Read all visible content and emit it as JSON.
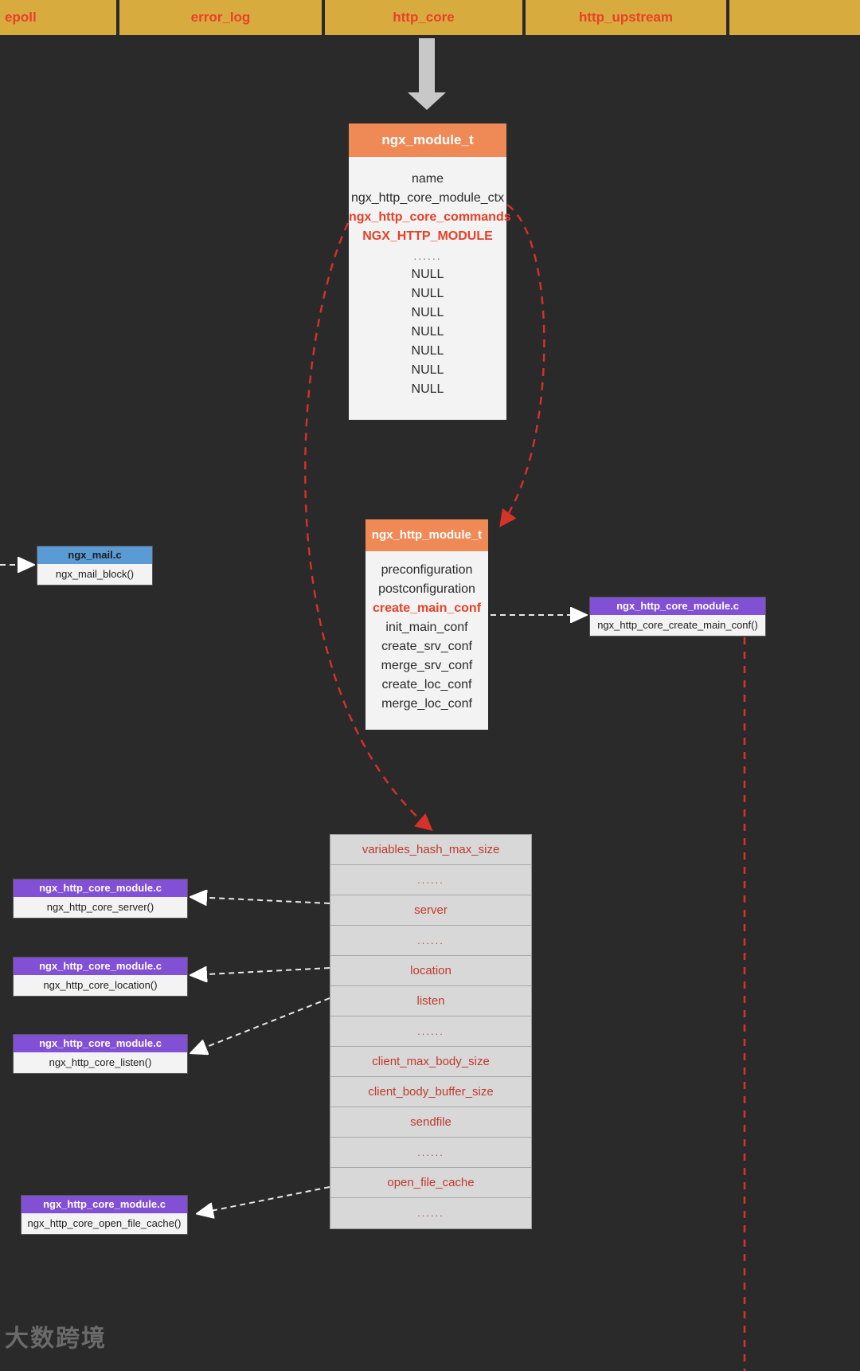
{
  "tabbar": {
    "tabs": [
      {
        "label": "epoll"
      },
      {
        "label": "error_log"
      },
      {
        "label": "http_core"
      },
      {
        "label": "http_upstream"
      },
      {
        "label": ""
      }
    ]
  },
  "structs": {
    "ngx_module_t": {
      "title": "ngx_module_t",
      "fields": [
        {
          "text": "name",
          "style": "plain"
        },
        {
          "text": "ngx_http_core_module_ctx",
          "style": "plain"
        },
        {
          "text": "ngx_http_core_commands",
          "style": "highlight"
        },
        {
          "text": "NGX_HTTP_MODULE",
          "style": "highlight"
        },
        {
          "text": "......",
          "style": "dots"
        },
        {
          "text": "NULL",
          "style": "plain"
        },
        {
          "text": "NULL",
          "style": "plain"
        },
        {
          "text": "NULL",
          "style": "plain"
        },
        {
          "text": "NULL",
          "style": "plain"
        },
        {
          "text": "NULL",
          "style": "plain"
        },
        {
          "text": "NULL",
          "style": "plain"
        },
        {
          "text": "NULL",
          "style": "plain"
        }
      ]
    },
    "ngx_http_module_t": {
      "title": "ngx_http_module_t",
      "fields": [
        {
          "text": "preconfiguration",
          "style": "plain"
        },
        {
          "text": "postconfiguration",
          "style": "plain"
        },
        {
          "text": "create_main_conf",
          "style": "highlight"
        },
        {
          "text": "init_main_conf",
          "style": "plain"
        },
        {
          "text": "create_srv_conf",
          "style": "plain"
        },
        {
          "text": "merge_srv_conf",
          "style": "plain"
        },
        {
          "text": "create_loc_conf",
          "style": "plain"
        },
        {
          "text": "merge_loc_conf",
          "style": "plain"
        }
      ]
    }
  },
  "file_cards": {
    "mail": {
      "file": "ngx_mail.c",
      "func": "ngx_mail_block()",
      "color": "#5b9bd5"
    },
    "create_main": {
      "file": "ngx_http_core_module.c",
      "func": "ngx_http_core_create_main_conf()",
      "color": "#8250d4"
    },
    "server": {
      "file": "ngx_http_core_module.c",
      "func": "ngx_http_core_server()",
      "color": "#8250d4"
    },
    "location": {
      "file": "ngx_http_core_module.c",
      "func": "ngx_http_core_location()",
      "color": "#8250d4"
    },
    "listen": {
      "file": "ngx_http_core_module.c",
      "func": "ngx_http_core_listen()",
      "color": "#8250d4"
    },
    "open_file_cache": {
      "file": "ngx_http_core_module.c",
      "func": "ngx_http_core_open_file_cache()",
      "color": "#8250d4"
    }
  },
  "directives": {
    "rows": [
      {
        "text": "variables_hash_max_size",
        "style": "plain"
      },
      {
        "text": "......",
        "style": "dots"
      },
      {
        "text": "server",
        "style": "plain"
      },
      {
        "text": "......",
        "style": "dots"
      },
      {
        "text": "location",
        "style": "plain"
      },
      {
        "text": "listen",
        "style": "plain"
      },
      {
        "text": "......",
        "style": "dots"
      },
      {
        "text": "client_max_body_size",
        "style": "plain"
      },
      {
        "text": "client_body_buffer_size",
        "style": "plain"
      },
      {
        "text": "sendfile",
        "style": "plain"
      },
      {
        "text": "......",
        "style": "dots"
      },
      {
        "text": "open_file_cache",
        "style": "plain"
      },
      {
        "text": "......",
        "style": "dots"
      }
    ]
  },
  "watermark": {
    "text": "大数跨境"
  },
  "colors": {
    "background": "#2a2a2a",
    "tab_bg": "#d8ab3f",
    "tab_text": "#e8412a",
    "struct_header": "#ef8a57",
    "struct_body": "#f3f3f3",
    "purple": "#8250d4",
    "blue": "#5b9bd5",
    "directive_row": "#d8d8d8",
    "directive_text": "#c0392b",
    "red_link": "#d63228",
    "white_link": "#e8e8e8",
    "gray_arrow": "#c8c8c8"
  }
}
